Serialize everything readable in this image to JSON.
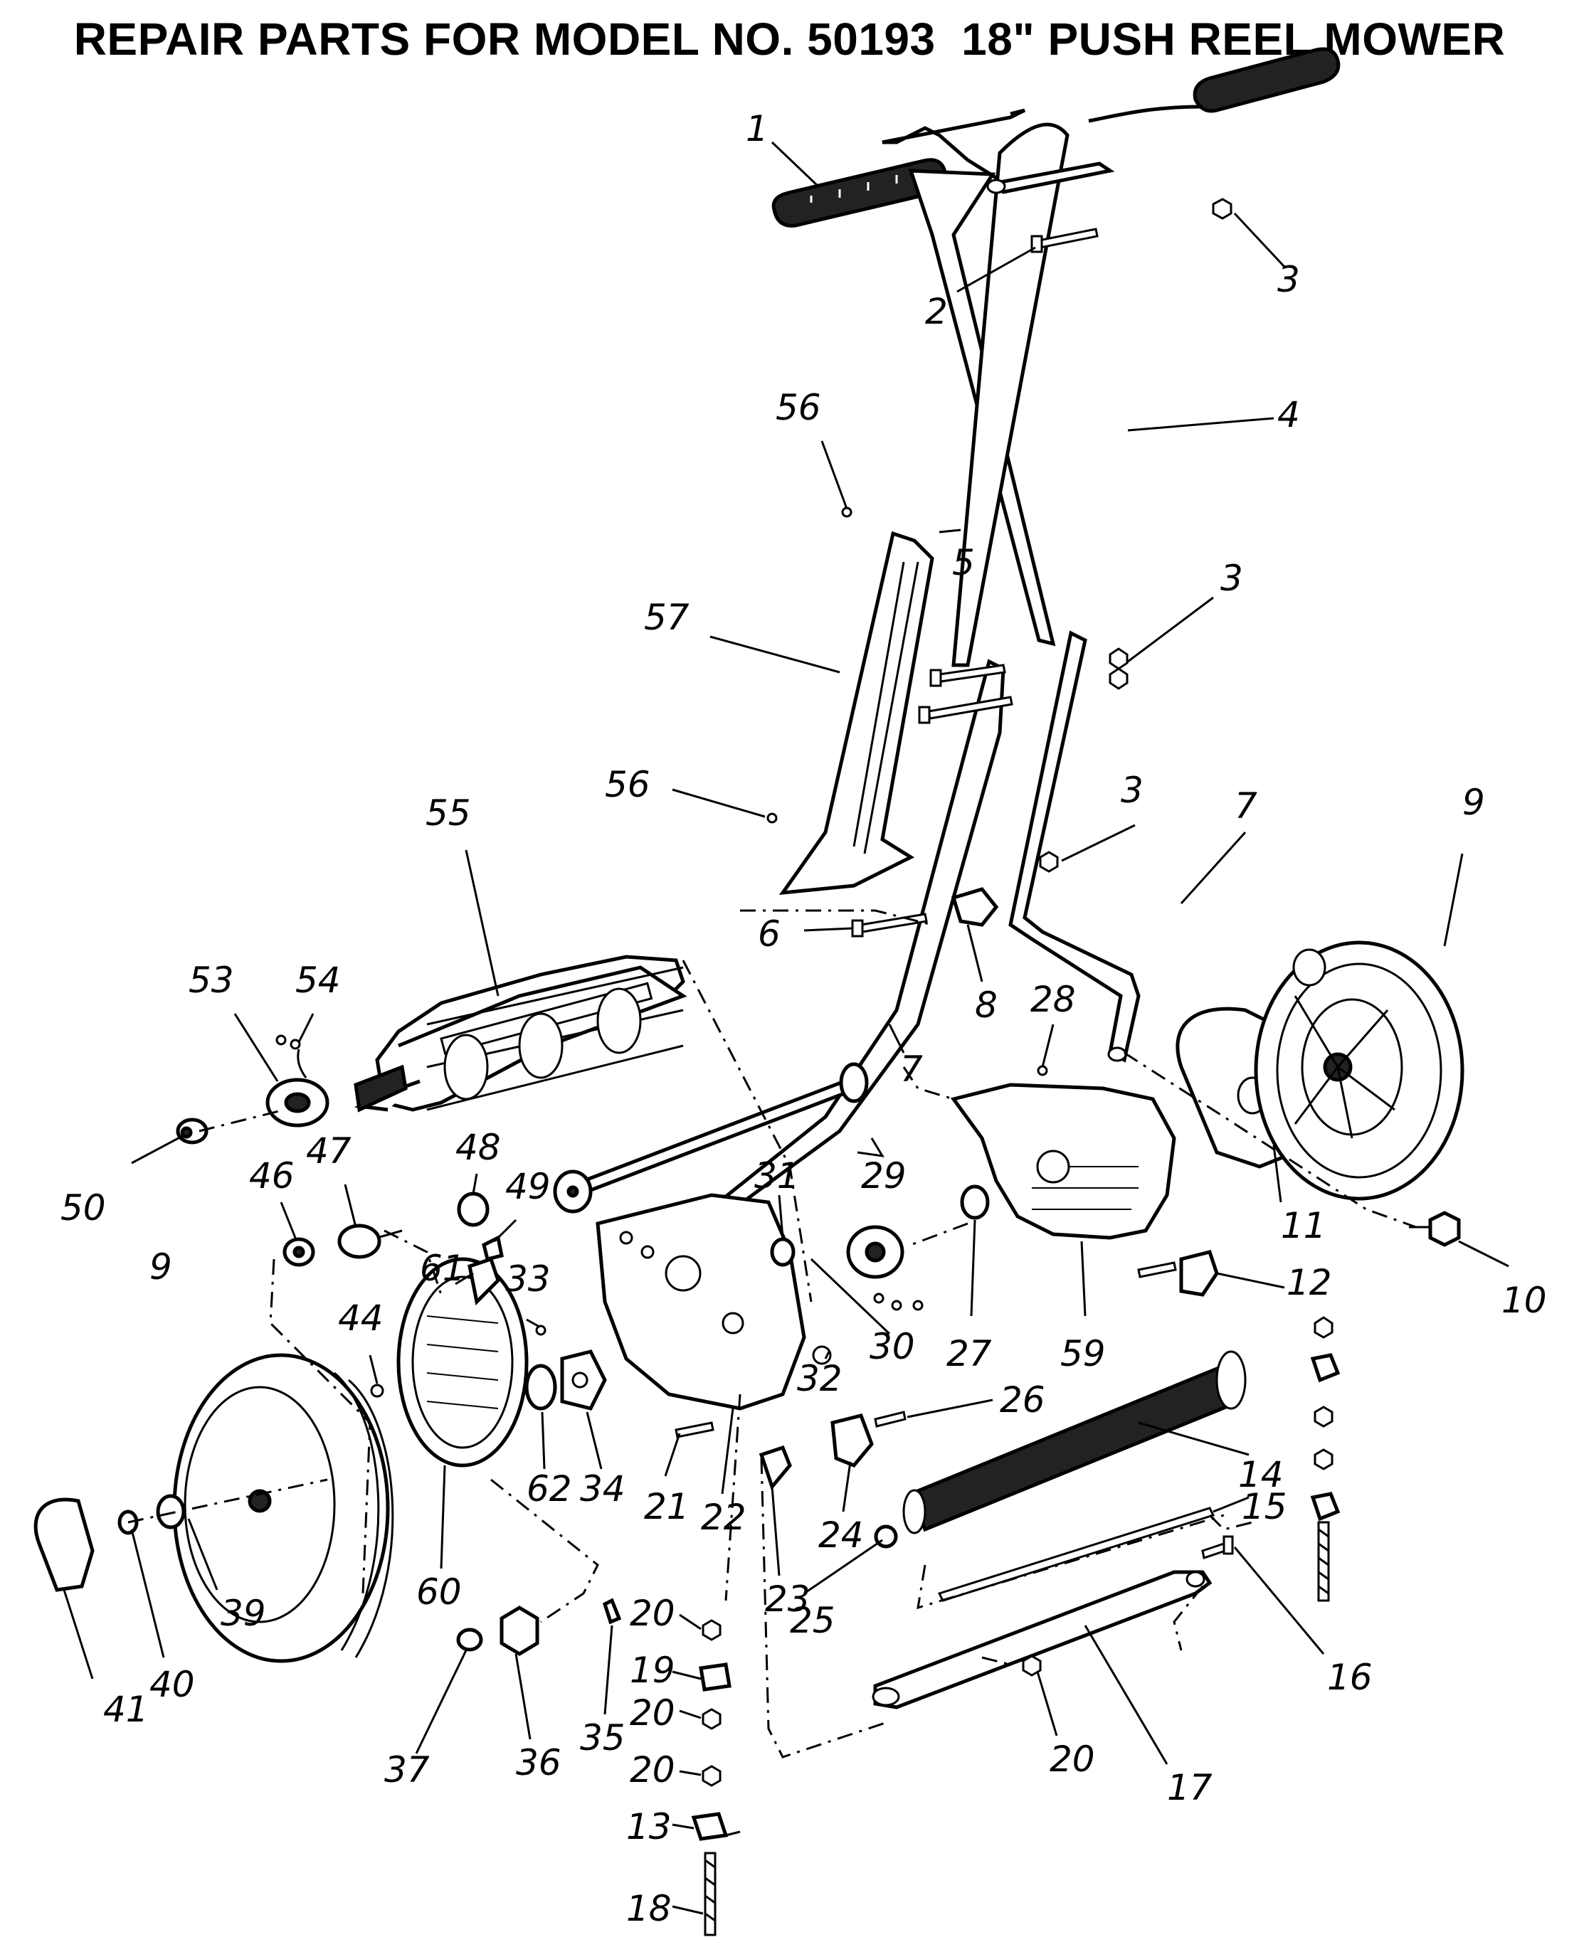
{
  "title": "REPAIR PARTS FOR MODEL NO. 50193  18\" PUSH REEL MOWER",
  "callouts": [
    {
      "id": "c1",
      "label": "1"
    },
    {
      "id": "c2",
      "label": "2"
    },
    {
      "id": "c3a",
      "label": "3"
    },
    {
      "id": "c4",
      "label": "4"
    },
    {
      "id": "c56a",
      "label": "56"
    },
    {
      "id": "c5",
      "label": "5"
    },
    {
      "id": "c3b",
      "label": "3"
    },
    {
      "id": "c57",
      "label": "57"
    },
    {
      "id": "c56b",
      "label": "56"
    },
    {
      "id": "c55",
      "label": "55"
    },
    {
      "id": "c3c",
      "label": "3"
    },
    {
      "id": "c7a",
      "label": "7"
    },
    {
      "id": "c9a",
      "label": "9"
    },
    {
      "id": "c53",
      "label": "53"
    },
    {
      "id": "c54",
      "label": "54"
    },
    {
      "id": "c6",
      "label": "6"
    },
    {
      "id": "c8",
      "label": "8"
    },
    {
      "id": "c28",
      "label": "28"
    },
    {
      "id": "c7b",
      "label": "7"
    },
    {
      "id": "c50",
      "label": "50"
    },
    {
      "id": "c46",
      "label": "46"
    },
    {
      "id": "c47",
      "label": "47"
    },
    {
      "id": "c48",
      "label": "48"
    },
    {
      "id": "c49",
      "label": "49"
    },
    {
      "id": "c29",
      "label": "29"
    },
    {
      "id": "c31",
      "label": "31"
    },
    {
      "id": "c11",
      "label": "11"
    },
    {
      "id": "c10",
      "label": "10"
    },
    {
      "id": "c9b",
      "label": "9"
    },
    {
      "id": "c61",
      "label": "61"
    },
    {
      "id": "c33",
      "label": "33"
    },
    {
      "id": "c44",
      "label": "44"
    },
    {
      "id": "c30",
      "label": "30"
    },
    {
      "id": "c27",
      "label": "27"
    },
    {
      "id": "c59",
      "label": "59"
    },
    {
      "id": "c12",
      "label": "12"
    },
    {
      "id": "c32",
      "label": "32"
    },
    {
      "id": "c26",
      "label": "26"
    },
    {
      "id": "c14",
      "label": "14"
    },
    {
      "id": "c62",
      "label": "62"
    },
    {
      "id": "c34",
      "label": "34"
    },
    {
      "id": "c21",
      "label": "21"
    },
    {
      "id": "c22",
      "label": "22"
    },
    {
      "id": "c24",
      "label": "24"
    },
    {
      "id": "c15",
      "label": "15"
    },
    {
      "id": "c60",
      "label": "60"
    },
    {
      "id": "c39",
      "label": "39"
    },
    {
      "id": "c23",
      "label": "23"
    },
    {
      "id": "c25",
      "label": "25"
    },
    {
      "id": "c40",
      "label": "40"
    },
    {
      "id": "c41",
      "label": "41"
    },
    {
      "id": "c16",
      "label": "16"
    },
    {
      "id": "c20a",
      "label": "20"
    },
    {
      "id": "c19",
      "label": "19"
    },
    {
      "id": "c20b",
      "label": "20"
    },
    {
      "id": "c37",
      "label": "37"
    },
    {
      "id": "c36",
      "label": "36"
    },
    {
      "id": "c35",
      "label": "35"
    },
    {
      "id": "c20c",
      "label": "20"
    },
    {
      "id": "c20d",
      "label": "20"
    },
    {
      "id": "c17",
      "label": "17"
    },
    {
      "id": "c13",
      "label": "13"
    },
    {
      "id": "c18",
      "label": "18"
    }
  ]
}
